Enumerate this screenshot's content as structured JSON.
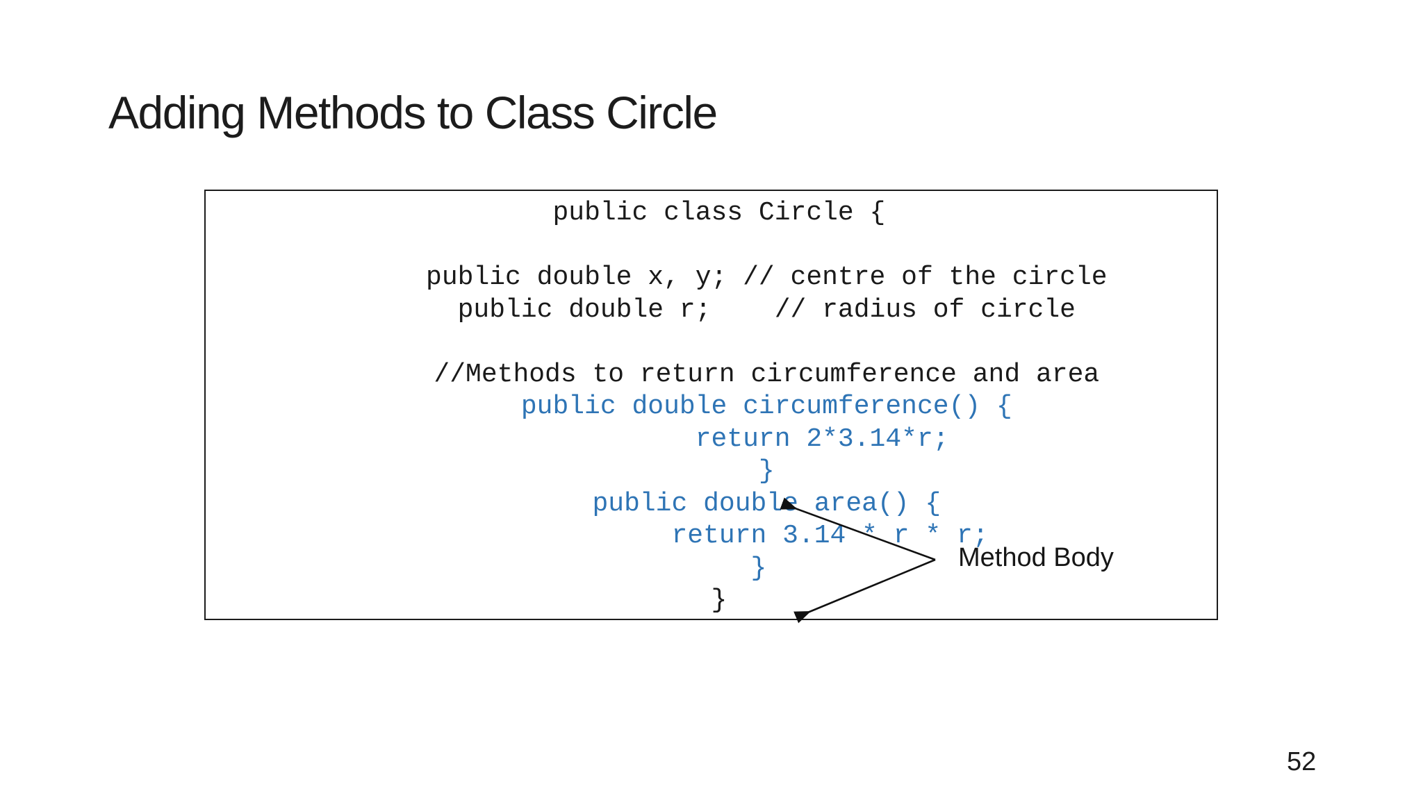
{
  "slide": {
    "title": "Adding Methods to Class Circle",
    "page_number": "52"
  },
  "code_box": {
    "text_color": "#1a1a1a",
    "highlight_color": "#2E74B5",
    "lines": [
      {
        "text": " public class Circle {",
        "highlight": false
      },
      {
        "text": "",
        "highlight": false
      },
      {
        "text": "       public double x, y; // centre of the circle",
        "highlight": false
      },
      {
        "text": "       public double r;    // radius of circle",
        "highlight": false
      },
      {
        "text": "",
        "highlight": false
      },
      {
        "text": "       //Methods to return circumference and area",
        "highlight": false
      },
      {
        "text": "       public double circumference() {",
        "highlight": true
      },
      {
        "text": "              return 2*3.14*r;",
        "highlight": true
      },
      {
        "text": "       }",
        "highlight": true
      },
      {
        "text": "       public double area() {",
        "highlight": true
      },
      {
        "text": "               return 3.14 * r * r;",
        "highlight": true
      },
      {
        "text": "      }",
        "highlight": true
      },
      {
        "text": " }",
        "highlight": false
      }
    ]
  },
  "annotation": {
    "label": "Method Body"
  }
}
